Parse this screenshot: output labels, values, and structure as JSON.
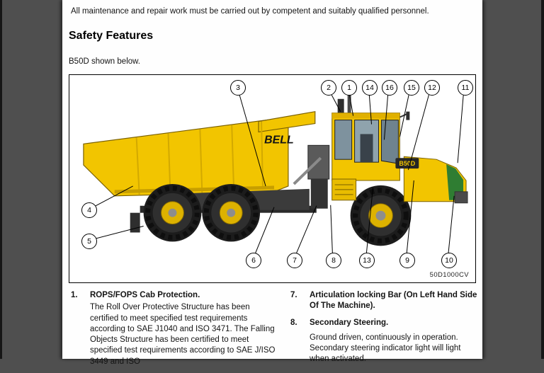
{
  "page": {
    "intro": "All maintenance and repair work must be carried out by competent and suitably qualified personnel.",
    "heading": "Safety Features",
    "subheading": "B50D shown below."
  },
  "diagram": {
    "figure_code": "50D1000CV",
    "brand": "BELL",
    "model": "B50D",
    "callouts": [
      "3",
      "2",
      "1",
      "14",
      "16",
      "15",
      "12",
      "11",
      "4",
      "5",
      "6",
      "7",
      "8",
      "13",
      "9",
      "10"
    ]
  },
  "items": [
    {
      "number": "1.",
      "title": "ROPS/FOPS Cab Protection.",
      "body": "The Roll Over Protective Structure has been certified to meet specified test requirements according to SAE J1040 and ISO 3471. The Falling Objects Structure has been certified to meet specified test requirements according to SAE J/ISO 3449 and ISO"
    },
    {
      "number": "7.",
      "title": "Articulation locking Bar (On Left Hand Side Of The Machine).",
      "body": ""
    },
    {
      "number": "8.",
      "title": "Secondary Steering.",
      "body": "Ground driven, continuously in operation. Secondary steering indicator light will light when activated."
    }
  ],
  "colors": {
    "truck_yellow": "#F2C500",
    "truck_green": "#2F7D32",
    "viewer_background": "#4F4F4F",
    "page_background": "#FEFEFE"
  }
}
